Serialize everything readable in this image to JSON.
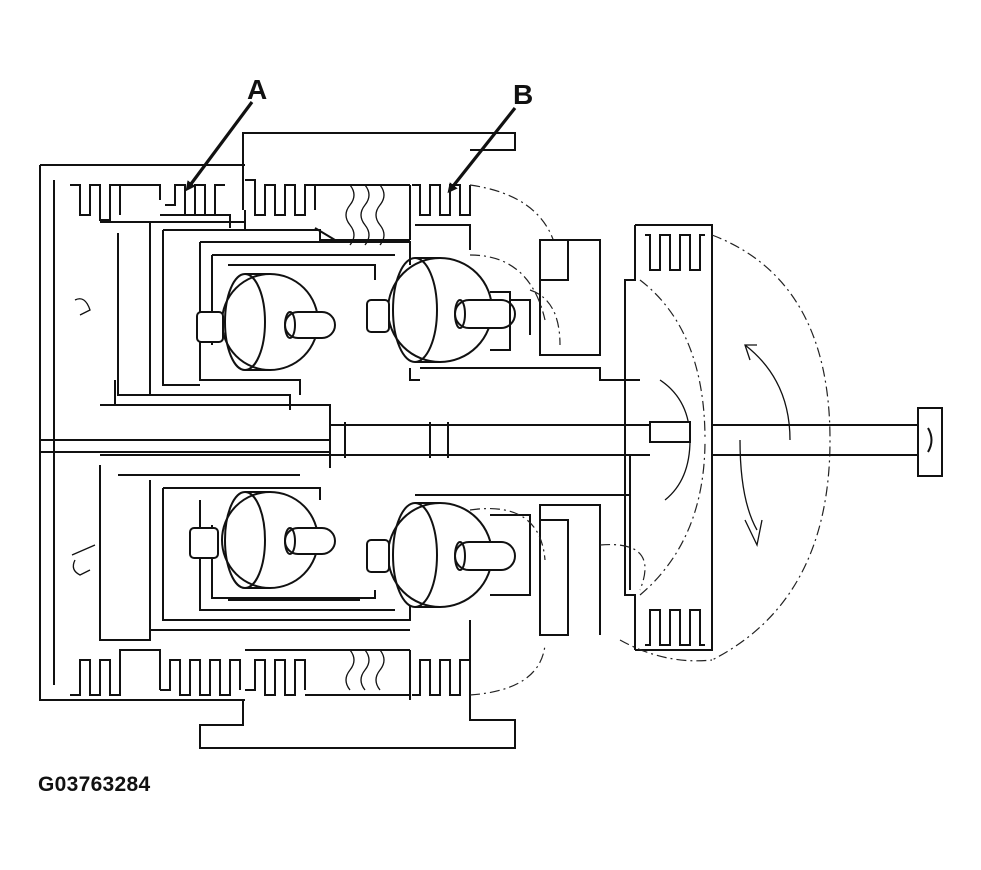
{
  "callouts": [
    {
      "id": "A",
      "label": "A"
    },
    {
      "id": "B",
      "label": "B"
    }
  ],
  "figure_id": "G03763284",
  "colors": {
    "ink": "#111111",
    "paper": "#ffffff"
  }
}
